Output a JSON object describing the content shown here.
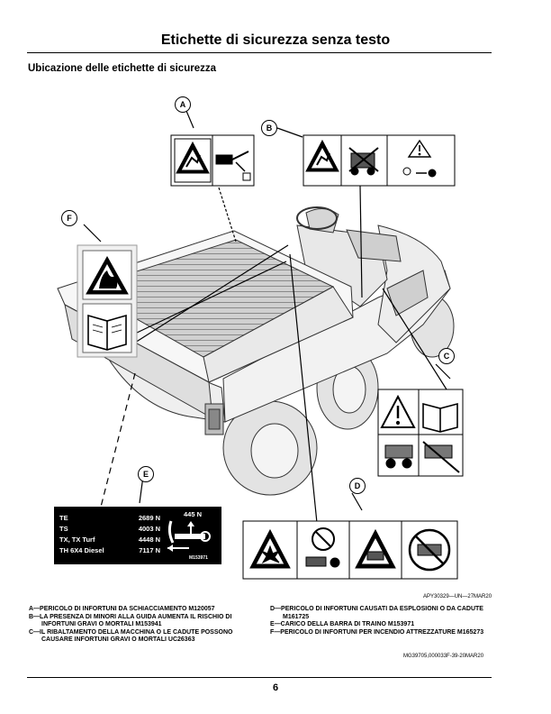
{
  "page": {
    "title": "Etichette di sicurezza senza testo",
    "subtitle": "Ubicazione delle etichette di sicurezza",
    "figure_ref": "APY30329—UN—27MAR20",
    "doc_ref": "MG39705,000033F-39-20MAR20",
    "page_number": "6"
  },
  "callouts": [
    "A",
    "B",
    "C",
    "D",
    "E",
    "F"
  ],
  "label_e": {
    "rows": [
      {
        "model": "TE",
        "force": "2689 N"
      },
      {
        "model": "TS",
        "force": "4003 N"
      },
      {
        "model": "TX, TX Turf",
        "force": "4448 N"
      },
      {
        "model": "TH 6X4 Diesel",
        "force": "7117 N"
      }
    ],
    "max_force": "445 N",
    "part_number": "M153971"
  },
  "captions_left": [
    "A—PERICOLO DI INFORTUNI DA SCHIACCIAMENTO M120057",
    "B—LA PRESENZA DI MINORI ALLA GUIDA AUMENTA IL RISCHIO DI INFORTUNI GRAVI O MORTALI M153941",
    "C—IL RIBALTAMENTO DELLA MACCHINA O LE CADUTE POSSONO CAUSARE INFORTUNI GRAVI O MORTALI UC26363"
  ],
  "captions_right": [
    "D—PERICOLO DI INFORTUNI CAUSATI DA ESPLOSIONI O DA CADUTE M161725",
    "E—CARICO DELLA BARRA DI TRAINO M153971",
    "F—PERICOLO DI INFORTUNI PER INCENDIO ATTREZZATURE M165273"
  ],
  "icons": [
    "crush-hazard-icon",
    "manual-icon",
    "warning-triangle-icon",
    "explosion-icon",
    "fire-icon",
    "rollover-icon",
    "no-children-icon",
    "no-riders-icon",
    "key-icon"
  ]
}
